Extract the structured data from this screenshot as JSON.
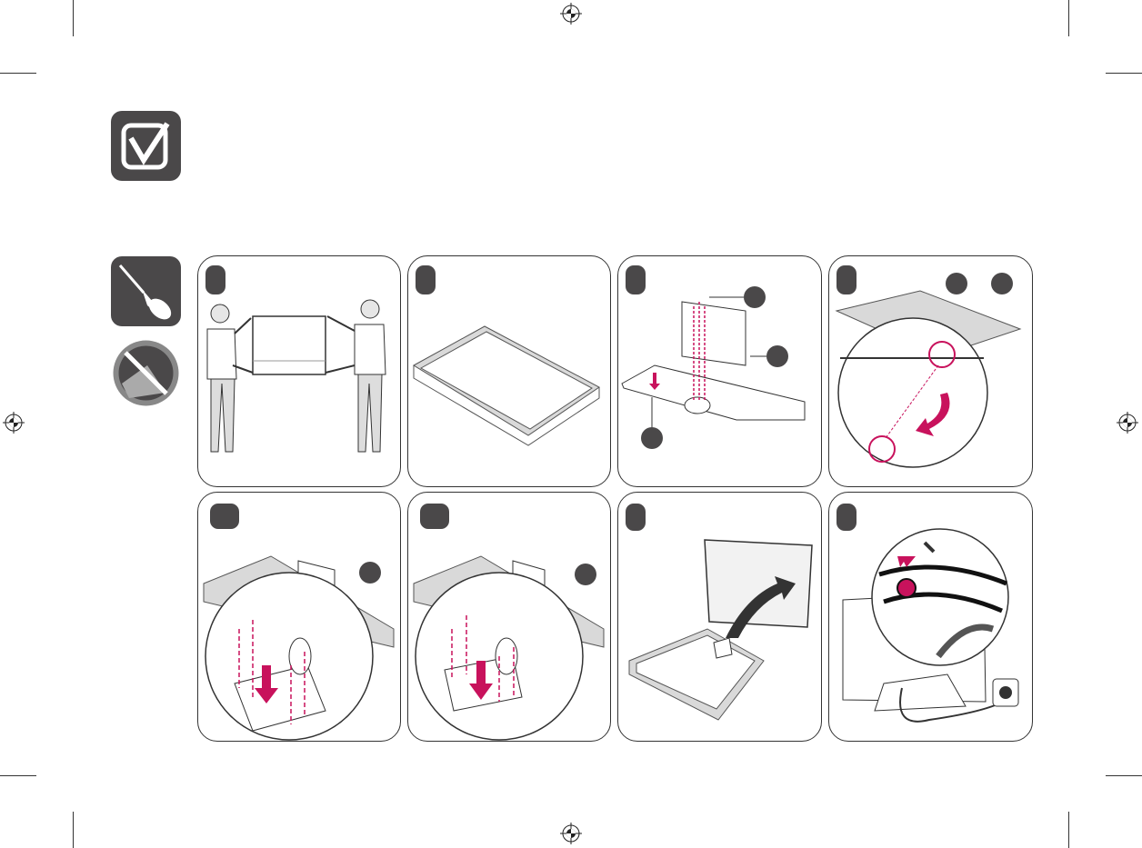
{
  "colors": {
    "badge": "#4a4849",
    "accent": "#c8125c",
    "outline": "#333333",
    "shade": "#d9d9d9"
  },
  "icons": {
    "header": "checkbox-icon",
    "tool": "screwdriver-icon",
    "warning": "no-scratch-icon",
    "registration": "registration-mark-icon"
  },
  "steps": [
    {
      "id": 1,
      "icon": "two-people-lifting-tv"
    },
    {
      "id": 2,
      "icon": "tv-face-down-on-cloth"
    },
    {
      "id": 3,
      "icon": "stand-body-and-base-screws"
    },
    {
      "id": 4,
      "icon": "cover-hook-alignment"
    },
    {
      "id": 5,
      "icon": "attach-stand-screws"
    },
    {
      "id": 6,
      "icon": "attach-stand-screws-alt"
    },
    {
      "id": 7,
      "icon": "raise-tv-upright"
    },
    {
      "id": 8,
      "icon": "cable-holder-and-power"
    }
  ]
}
